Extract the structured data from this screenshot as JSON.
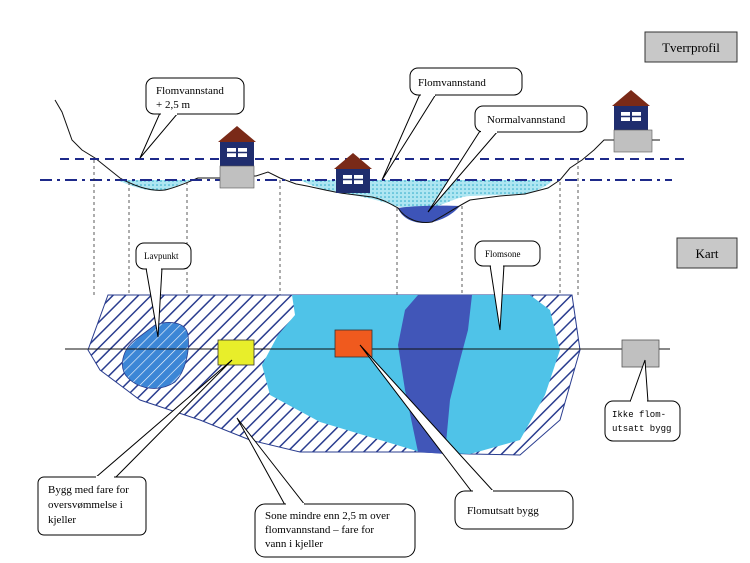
{
  "labels": {
    "tverrprofil": "Tverrprofil",
    "kart": "Kart",
    "flomvannstand_plus_l1": "Flomvannstand",
    "flomvannstand_plus_l2": "+ 2,5 m",
    "flomvannstand": "Flomvannstand",
    "normalvannstand": "Normalvannstand",
    "lavpunkt": "Lavpunkt",
    "flomsone": "Flomsone",
    "bygg_fare_l1": "Bygg med fare for",
    "bygg_fare_l2": "oversvømmelse  i",
    "bygg_fare_l3": "kjeller",
    "sone_l1": "Sone mindre enn 2,5 m over",
    "sone_l2": "flomvannstand – fare for",
    "sone_l3": "vann i kjeller",
    "flomutsatt_bygg": "Flomutsatt bygg",
    "ikke_flom_l1": "Ikke flom-",
    "ikke_flom_l2": "utsatt bygg"
  },
  "colors": {
    "hatch_blue": "#2a3d8f",
    "light_blue": "#4fc3e8",
    "medium_blue": "#3c86d6",
    "dark_blue": "#4156b8",
    "yellow": "#e8ee2a",
    "orange": "#f05a1e",
    "grey": "#c0c0c0",
    "house_roof": "#7a2a18",
    "house_body": "#1f2d6e",
    "dash_line": "#1e2a8a"
  }
}
